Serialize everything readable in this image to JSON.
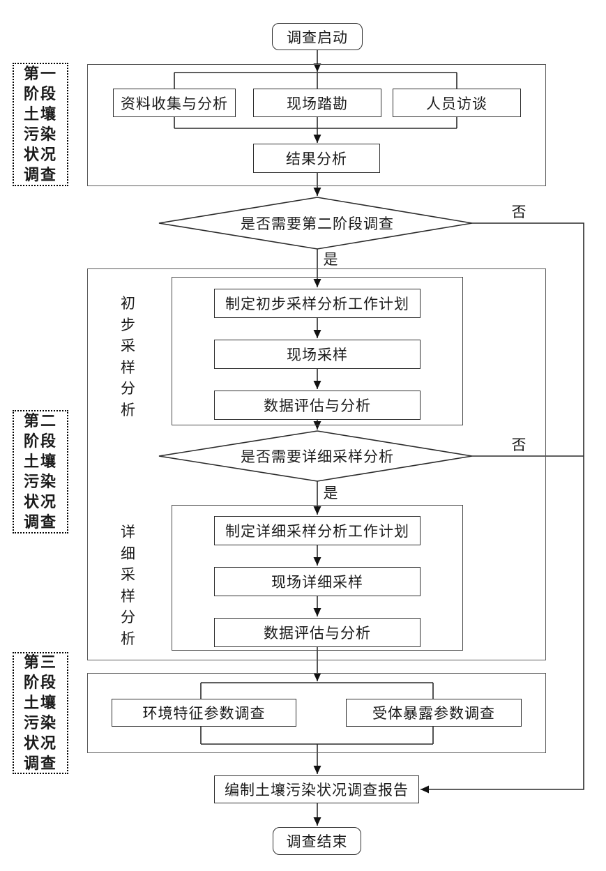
{
  "flow": {
    "start": "调查启动",
    "decision1": "是否需要第二阶段调查",
    "decision2": "是否需要详细采样分析",
    "yes": "是",
    "no": "否",
    "report": "编制土壤污染状况调查报告",
    "end": "调查结束"
  },
  "phase1": {
    "label": "第一阶段土壤污染状况调查",
    "parallel": [
      "资料收集与分析",
      "现场踏勘",
      "人员访谈"
    ],
    "result": "结果分析"
  },
  "phase2": {
    "label": "第二阶段土壤污染状况调查",
    "preliminary": {
      "label": "初步采样分析",
      "steps": [
        "制定初步采样分析工作计划",
        "现场采样",
        "数据评估与分析"
      ]
    },
    "detailed": {
      "label": "详细采样分析",
      "steps": [
        "制定详细采样分析工作计划",
        "现场详细采样",
        "数据评估与分析"
      ]
    }
  },
  "phase3": {
    "label": "第三阶段土壤污染状况调查",
    "parallel": [
      "环境特征参数调查",
      "受体暴露参数调查"
    ]
  },
  "colors": {
    "ink": "#1a1a1a"
  }
}
